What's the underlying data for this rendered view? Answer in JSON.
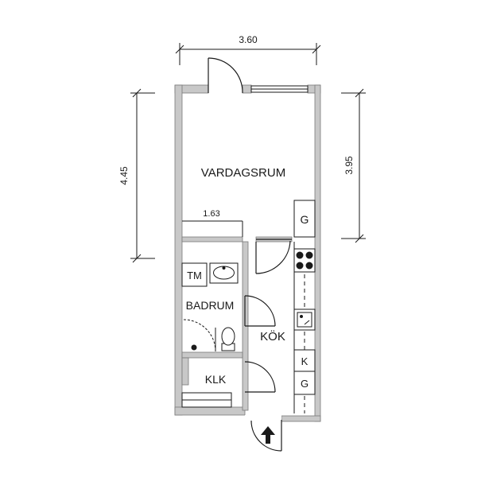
{
  "dimensions": {
    "top_width": "3.60",
    "left_height": "4.45",
    "right_height": "3.95",
    "inner_width": "1.63"
  },
  "rooms": {
    "living": "VARDAGSRUM",
    "bathroom": "BADRUM",
    "kitchen": "KÖK",
    "closet": "KLK"
  },
  "fixtures": {
    "wardrobe_living": "G",
    "washer": "TM",
    "fridge": "K",
    "wardrobe_kitchen": "G"
  },
  "colors": {
    "wall": "#c8c8c8",
    "wall_edge": "#7a7a7a",
    "line": "#1a1a1a",
    "fixture_fill": "#ffffff"
  }
}
